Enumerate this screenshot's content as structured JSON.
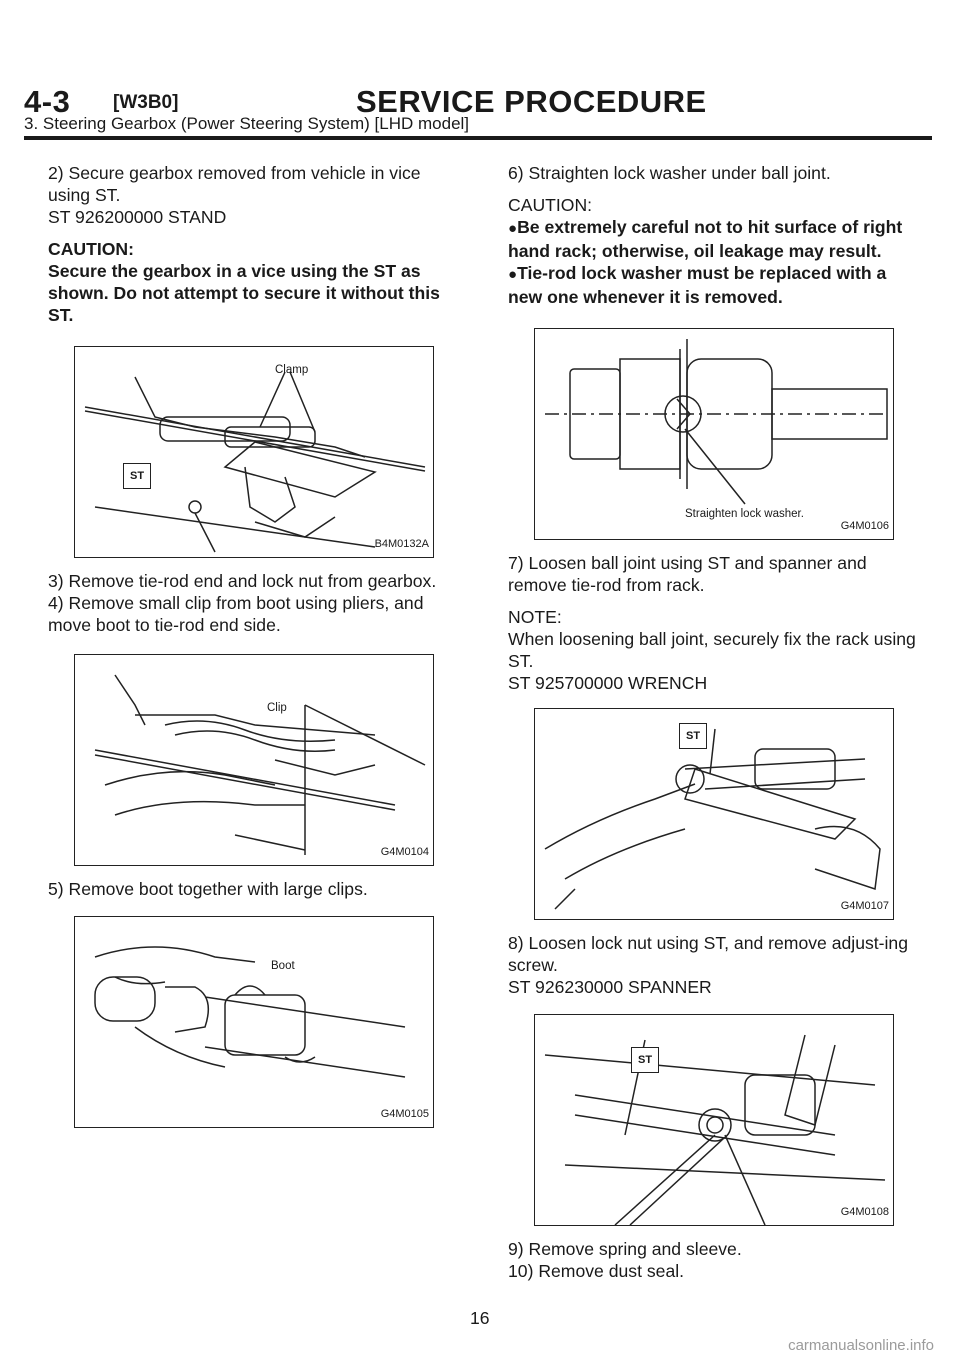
{
  "header": {
    "section": "4-3",
    "code": "[W3B0]",
    "title": "SERVICE PROCEDURE",
    "subtitle": "3. Steering Gearbox (Power Steering System) [LHD model]"
  },
  "left": {
    "step2": "2) Secure gearbox removed from vehicle in vice using ST.",
    "step2_st": "ST 926200000 STAND",
    "caution_label": "CAUTION:",
    "caution_text": "Secure the gearbox in a vice using the ST as shown. Do not attempt to secure it without this ST.",
    "fig1": {
      "caption": "B4M0132A",
      "label_clamp": "Clamp",
      "label_st": "ST"
    },
    "step3": "3) Remove tie-rod end and lock nut from gearbox.",
    "step4": "4) Remove small clip from boot using pliers, and move boot to tie-rod end side.",
    "fig2": {
      "caption": "G4M0104",
      "label_clip": "Clip"
    },
    "step5": "5) Remove boot together with large clips.",
    "fig3": {
      "caption": "G4M0105",
      "label_boot": "Boot"
    }
  },
  "right": {
    "step6": "6) Straighten lock washer under ball joint.",
    "caution_label": "CAUTION:",
    "bullet_glyph": "●",
    "caution_1": "Be extremely careful not to hit surface of right hand rack; otherwise, oil leakage may result.",
    "caution_2": "Tie-rod lock washer must be replaced with a new one whenever it is removed.",
    "fig4": {
      "caption": "G4M0106",
      "label_washer": "Straighten lock washer."
    },
    "step7": "7) Loosen ball joint using ST and spanner and remove tie-rod from rack.",
    "note_label": "NOTE:",
    "note_text": "When loosening ball joint, securely fix the rack using ST.",
    "step7_st": "ST 925700000 WRENCH",
    "fig5": {
      "caption": "G4M0107",
      "label_st": "ST"
    },
    "step8": "8) Loosen lock nut using ST, and remove adjust-ing screw.",
    "step8_st": "ST 926230000 SPANNER",
    "fig6": {
      "caption": "G4M0108",
      "label_st": "ST"
    },
    "step9": "9) Remove spring and sleeve.",
    "step10": "10) Remove dust seal."
  },
  "page_number": "16",
  "watermark": "carmanualsonline.info"
}
